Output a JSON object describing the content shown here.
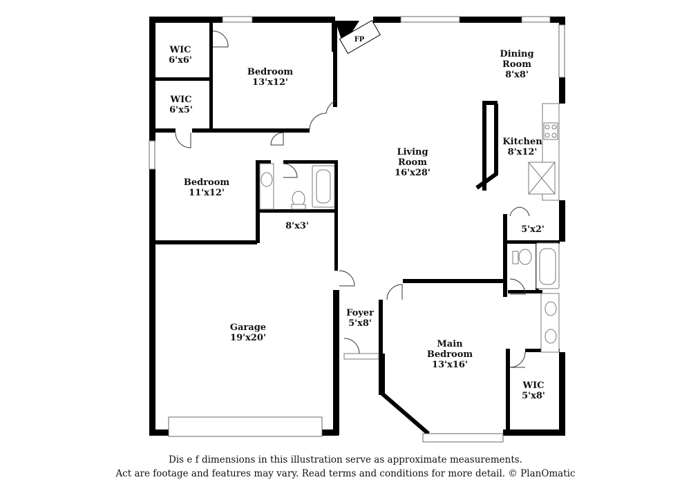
{
  "rooms": {
    "wic1": {
      "name": "WIC",
      "dims": "6'x6'"
    },
    "bedroom1": {
      "name": "Bedroom",
      "dims": "13'x12'"
    },
    "wic2": {
      "name": "WIC",
      "dims": "6'x5'"
    },
    "bedroom2": {
      "name": "Bedroom",
      "dims": "11'x12'"
    },
    "hall": {
      "dims": "8'x3'"
    },
    "living": {
      "name1": "Living",
      "name2": "Room",
      "dims": "16'x28'"
    },
    "dining": {
      "name1": "Dining",
      "name2": "Room",
      "dims": "8'x8'"
    },
    "kitchen": {
      "name": "Kitchen",
      "dims": "8'x12'"
    },
    "closet": {
      "dims": "5'x2'"
    },
    "garage": {
      "name": "Garage",
      "dims": "19'x20'"
    },
    "foyer": {
      "name": "Foyer",
      "dims": "5'x8'"
    },
    "main_bedroom": {
      "name1": "Main",
      "name2": "Bedroom",
      "dims": "13'x16'"
    },
    "wic3": {
      "name": "WIC",
      "dims": "5'x8'"
    }
  },
  "fireplace": "FP",
  "disclaimer": {
    "line1": "Dis      e f          dimensions in this illustration serve as approximate measurements.",
    "line2": "Act      are footage and features may vary. Read terms and conditions for more detail. © PlanOmatic"
  },
  "colors": {
    "wall": "#000000",
    "background": "#ffffff",
    "fixture": "#777777"
  }
}
